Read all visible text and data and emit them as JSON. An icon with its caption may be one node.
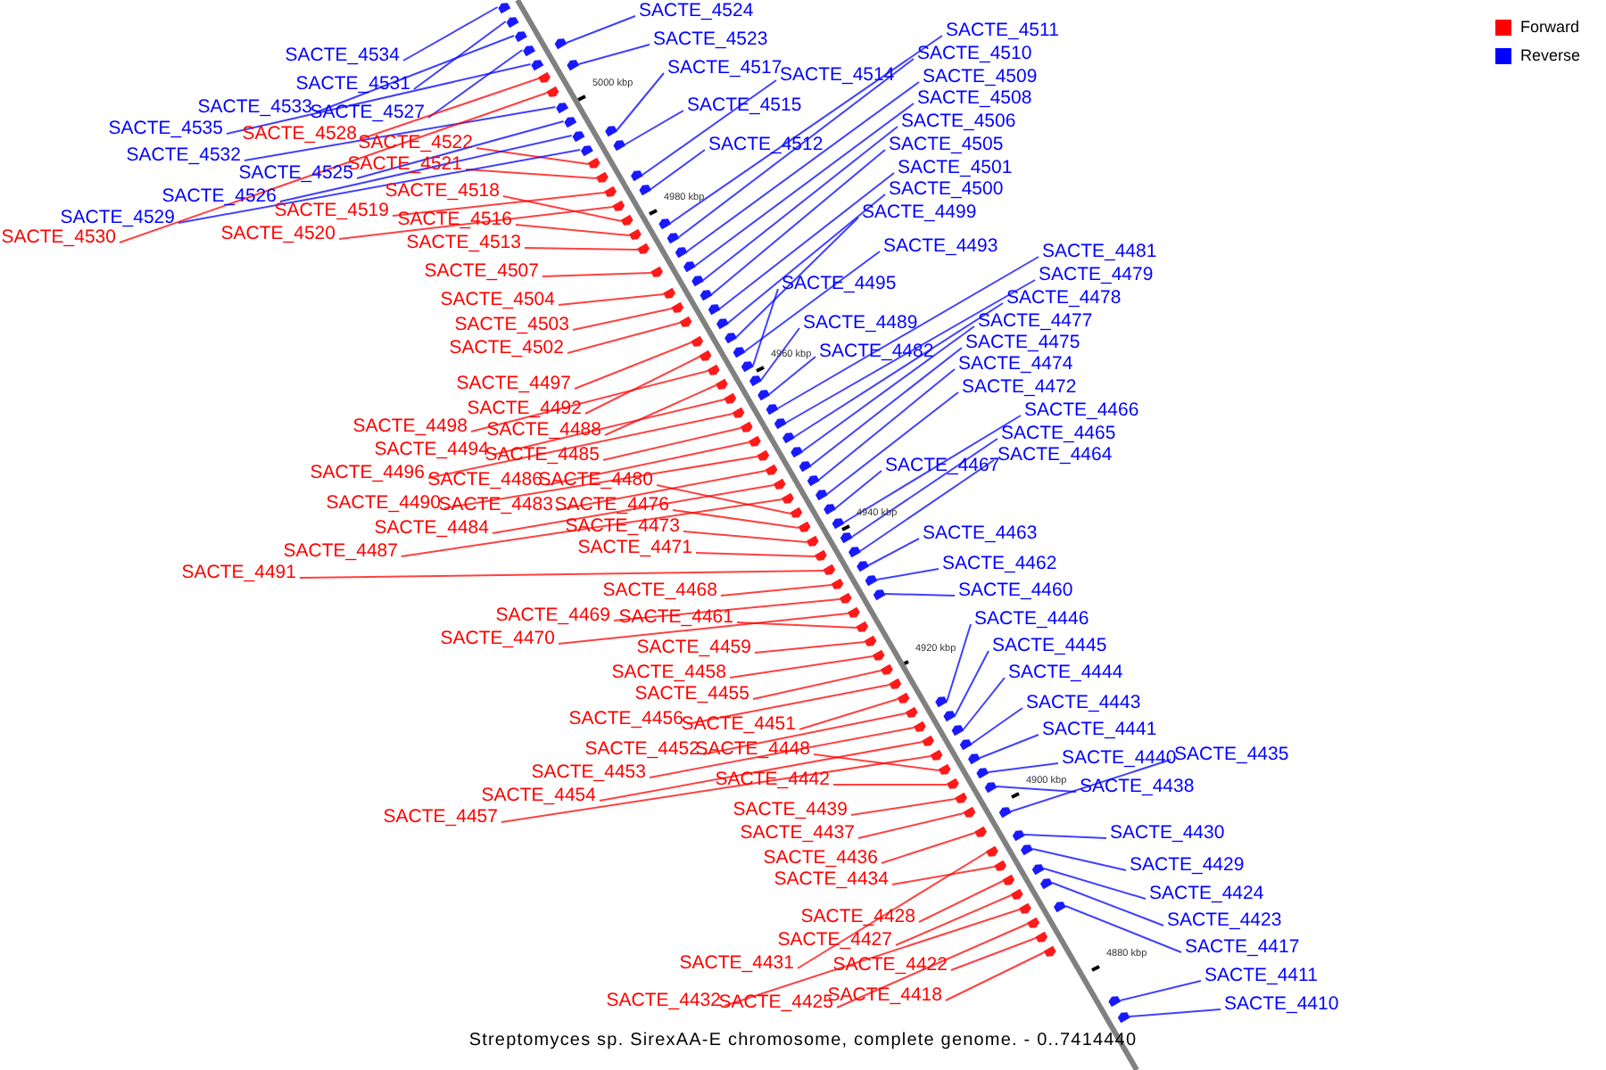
{
  "diagram": {
    "caption": "Streptomyces sp. SirexAA-E chromosome, complete genome. - 0..7414440",
    "nodes": [
      {
        "text": [
          "SACTE_4524"
        ]
      },
      {
        "text": [
          "SACTE_4523"
        ]
      },
      {
        "text": [
          "SACTE_4511"
        ]
      },
      {
        "text": [
          "SACTE_4510"
        ]
      },
      {
        "text": [
          "SACTE_4534"
        ]
      },
      {
        "text": [
          "SACTE_4517"
        ]
      },
      {
        "text": [
          "SACTE_4514"
        ]
      },
      {
        "text": [
          "SACTE_4509"
        ]
      },
      {
        "text": [
          "SACTE_4531"
        ]
      },
      {
        "text": [
          "SACTE_4508"
        ]
      },
      {
        "text": [
          "SACTE_4515"
        ]
      },
      {
        "text": [
          "SACTE_4533"
        ]
      },
      {
        "text": [
          "SACTE_4527"
        ]
      },
      {
        "text": [
          "SACTE_4506"
        ]
      },
      {
        "text": [
          "SACTE_4535"
        ]
      },
      {
        "text": [
          "SACTE_4528"
        ]
      },
      {
        "text": [
          "SACTE_4522"
        ]
      },
      {
        "text": [
          "SACTE_4512"
        ]
      },
      {
        "text": [
          "SACTE_4505"
        ]
      },
      {
        "text": [
          "SACTE_4532"
        ]
      },
      {
        "text": [
          "SACTE_4521"
        ]
      },
      {
        "text": [
          "SACTE_4501"
        ]
      },
      {
        "text": [
          "SACTE_4525"
        ]
      },
      {
        "text": [
          "SACTE_4500"
        ]
      },
      {
        "text": [
          "SACTE_4518"
        ]
      },
      {
        "text": [
          "SACTE_4526"
        ]
      },
      {
        "text": [
          "SACTE_4499"
        ]
      },
      {
        "text": [
          "SACTE_4519"
        ]
      },
      {
        "text": [
          "SACTE_4529"
        ]
      },
      {
        "text": [
          "SACTE_4516"
        ]
      },
      {
        "text": [
          "SACTE_4520"
        ]
      },
      {
        "text": [
          "SACTE_4530"
        ]
      },
      {
        "text": [
          "SACTE_4513"
        ]
      },
      {
        "text": [
          "SACTE_4493"
        ]
      },
      {
        "text": [
          "SACTE_4481"
        ]
      },
      {
        "text": [
          "SACTE_4507"
        ]
      },
      {
        "text": [
          "SACTE_4479"
        ]
      },
      {
        "text": [
          "SACTE_4495"
        ]
      },
      {
        "text": [
          "SACTE_4478"
        ]
      },
      {
        "text": [
          "SACTE_4504"
        ]
      },
      {
        "text": [
          "SACTE_4477"
        ]
      },
      {
        "text": [
          "SACTE_4489"
        ]
      },
      {
        "text": [
          "SACTE_4503"
        ]
      },
      {
        "text": [
          "SACTE_4475"
        ]
      },
      {
        "text": [
          "SACTE_4502"
        ]
      },
      {
        "text": [
          "SACTE_4482"
        ]
      },
      {
        "text": [
          "SACTE_4474"
        ]
      },
      {
        "text": [
          "SACTE_4497"
        ]
      },
      {
        "text": [
          "SACTE_4472"
        ]
      },
      {
        "text": [
          "SACTE_4492"
        ]
      },
      {
        "text": [
          "SACTE_4466"
        ]
      },
      {
        "text": [
          "SACTE_4498"
        ]
      },
      {
        "text": [
          "SACTE_4488"
        ]
      },
      {
        "text": [
          "SACTE_4465"
        ]
      },
      {
        "text": [
          "SACTE_4494"
        ]
      },
      {
        "text": [
          "SACTE_4485"
        ]
      },
      {
        "text": [
          "SACTE_4464"
        ]
      },
      {
        "text": [
          "SACTE_4467"
        ]
      },
      {
        "text": [
          "SACTE_4496"
        ]
      },
      {
        "text": [
          "SACTE_4486"
        ]
      },
      {
        "text": [
          "SACTE_4480"
        ]
      },
      {
        "text": [
          "SACTE_4490"
        ]
      },
      {
        "text": [
          "SACTE_4483"
        ]
      },
      {
        "text": [
          "SACTE_4476"
        ]
      },
      {
        "text": [
          "SACTE_4484"
        ]
      },
      {
        "text": [
          "SACTE_4473"
        ]
      },
      {
        "text": [
          "SACTE_4463"
        ]
      },
      {
        "text": [
          "SACTE_4471"
        ]
      },
      {
        "text": [
          "SACTE_4487"
        ]
      },
      {
        "text": [
          "SACTE_4462"
        ]
      },
      {
        "text": [
          "SACTE_4491"
        ]
      },
      {
        "text": [
          "SACTE_4460"
        ]
      },
      {
        "text": [
          "SACTE_4468"
        ]
      },
      {
        "text": [
          "SACTE_4469"
        ]
      },
      {
        "text": [
          "SACTE_4461"
        ]
      },
      {
        "text": [
          "SACTE_4446"
        ]
      },
      {
        "text": [
          "SACTE_4470"
        ]
      },
      {
        "text": [
          "SACTE_4445"
        ]
      },
      {
        "text": [
          "SACTE_4459"
        ]
      },
      {
        "text": [
          "SACTE_4444"
        ]
      },
      {
        "text": [
          "SACTE_4458"
        ]
      },
      {
        "text": [
          "SACTE_4455"
        ]
      },
      {
        "text": [
          "SACTE_4443"
        ]
      },
      {
        "text": [
          "SACTE_4456"
        ]
      },
      {
        "text": [
          "SACTE_4451"
        ]
      },
      {
        "text": [
          "SACTE_4441"
        ]
      },
      {
        "text": [
          "SACTE_4452"
        ]
      },
      {
        "text": [
          "SACTE_4448"
        ]
      },
      {
        "text": [
          "SACTE_4435"
        ]
      },
      {
        "text": [
          "SACTE_4440"
        ]
      },
      {
        "text": [
          "SACTE_4453"
        ]
      },
      {
        "text": [
          "SACTE_4442"
        ]
      },
      {
        "text": [
          "SACTE_4438"
        ]
      },
      {
        "text": [
          "SACTE_4454"
        ]
      },
      {
        "text": [
          "SACTE_4439"
        ]
      },
      {
        "text": [
          "SACTE_4457"
        ]
      },
      {
        "text": [
          "SACTE_4437"
        ]
      },
      {
        "text": [
          "SACTE_4430"
        ]
      },
      {
        "text": [
          "SACTE_4436"
        ]
      },
      {
        "text": [
          "SACTE_4429"
        ]
      },
      {
        "text": [
          "SACTE_4434"
        ]
      },
      {
        "text": [
          "SACTE_4424"
        ]
      },
      {
        "text": [
          "SACTE_4428"
        ]
      },
      {
        "text": [
          "SACTE_4423"
        ]
      },
      {
        "text": [
          "SACTE_4427"
        ]
      },
      {
        "text": [
          "SACTE_4417"
        ]
      },
      {
        "text": [
          "SACTE_4431"
        ]
      },
      {
        "text": [
          "SACTE_4422"
        ]
      },
      {
        "text": [
          "SACTE_4411"
        ]
      },
      {
        "text": [
          "SACTE_4418"
        ]
      },
      {
        "text": [
          "SACTE_4432"
        ]
      },
      {
        "text": [
          "SACTE_4425"
        ]
      },
      {
        "text": [
          "SACTE_4410"
        ]
      },
      {
        "text": [],
        "shape": "arrow"
      },
      {
        "text": [],
        "shape": "arrow"
      },
      {
        "text": [],
        "shape": "arrow"
      },
      {
        "text": [],
        "shape": "arrow"
      },
      {
        "text": [],
        "shape": "arrow"
      },
      {
        "text": [],
        "shape": "arrow"
      },
      {
        "text": [],
        "shape": "arrow"
      },
      {
        "text": [],
        "shape": "arrow"
      },
      {
        "text": [],
        "shape": "arrow"
      },
      {
        "text": [],
        "shape": "arrow"
      },
      {
        "text": [],
        "shape": "arrow"
      },
      {
        "text": [],
        "shape": "arrow"
      },
      {
        "text": [],
        "shape": "arrow"
      },
      {
        "text": [],
        "shape": "arrow"
      },
      {
        "text": [],
        "shape": "arrow"
      },
      {
        "text": [],
        "shape": "arrow"
      },
      {
        "text": [],
        "shape": "arrow"
      },
      {
        "text": [],
        "shape": "arrow"
      },
      {
        "text": [],
        "shape": "arrow"
      },
      {
        "text": [],
        "shape": "arrow"
      },
      {
        "text": [],
        "shape": "arrow"
      },
      {
        "text": [],
        "shape": "arrow"
      },
      {
        "text": [],
        "shape": "arrow"
      },
      {
        "text": [],
        "shape": "arrow"
      },
      {
        "text": [],
        "shape": "arrow"
      },
      {
        "text": [],
        "shape": "arrow"
      },
      {
        "text": [],
        "shape": "arrow"
      },
      {
        "text": [],
        "shape": "arrow"
      },
      {
        "text": [],
        "shape": "arrow"
      },
      {
        "text": [],
        "shape": "arrow"
      },
      {
        "text": [],
        "shape": "arrow"
      },
      {
        "text": [],
        "shape": "arrow"
      },
      {
        "text": [],
        "shape": "arrow"
      },
      {
        "text": [],
        "shape": "arrow"
      },
      {
        "text": [],
        "shape": "arrow"
      },
      {
        "text": [],
        "shape": "arrow"
      },
      {
        "text": [],
        "shape": "arrow"
      },
      {
        "text": [],
        "shape": "arrow"
      },
      {
        "text": [],
        "shape": "arrow"
      },
      {
        "text": [],
        "shape": "arrow"
      },
      {
        "text": [],
        "shape": "arrow"
      },
      {
        "text": [],
        "shape": "arrow"
      },
      {
        "text": [],
        "shape": "arrow"
      },
      {
        "text": [],
        "shape": "arrow"
      },
      {
        "text": [],
        "shape": "arrow"
      },
      {
        "text": [],
        "shape": "arrow"
      },
      {
        "text": [],
        "shape": "arrow"
      },
      {
        "text": [],
        "shape": "arrow"
      },
      {
        "text": [],
        "shape": "arrow"
      },
      {
        "text": [],
        "shape": "arrow"
      },
      {
        "text": [],
        "shape": "arrow"
      },
      {
        "text": [],
        "shape": "arrow"
      },
      {
        "text": [],
        "shape": "arrow"
      },
      {
        "text": [],
        "shape": "arrow"
      },
      {
        "text": [],
        "shape": "arrow"
      },
      {
        "text": [],
        "shape": "arrow"
      },
      {
        "text": [],
        "shape": "arrow"
      },
      {
        "text": [],
        "shape": "arrow"
      },
      {
        "text": [],
        "shape": "arrow"
      },
      {
        "text": [],
        "shape": "arrow"
      },
      {
        "text": [],
        "shape": "arrow"
      },
      {
        "text": [],
        "shape": "arrow"
      },
      {
        "text": [],
        "shape": "arrow"
      },
      {
        "text": [],
        "shape": "arrow"
      },
      {
        "text": [],
        "shape": "arrow"
      },
      {
        "text": [],
        "shape": "arrow"
      },
      {
        "text": [],
        "shape": "arrow"
      },
      {
        "text": [],
        "shape": "arrow"
      },
      {
        "text": [],
        "shape": "arrow"
      },
      {
        "text": [],
        "shape": "arrow"
      },
      {
        "text": [],
        "shape": "arrow"
      },
      {
        "text": [],
        "shape": "arrow"
      },
      {
        "text": [],
        "shape": "arrow"
      },
      {
        "text": [],
        "shape": "arrow"
      },
      {
        "text": [],
        "shape": "arrow"
      },
      {
        "text": [],
        "shape": "arrow"
      },
      {
        "text": [],
        "shape": "arrow"
      },
      {
        "text": [],
        "shape": "arrow"
      },
      {
        "text": [],
        "shape": "arrow"
      },
      {
        "text": [],
        "shape": "arrow"
      },
      {
        "text": [],
        "shape": "arrow"
      },
      {
        "text": [],
        "shape": "arrow"
      },
      {
        "text": [],
        "shape": "arrow"
      },
      {
        "text": [],
        "shape": "arrow"
      },
      {
        "text": [],
        "shape": "arrow"
      },
      {
        "text": [],
        "shape": "arrow"
      },
      {
        "text": [],
        "shape": "arrow"
      },
      {
        "text": [],
        "shape": "arrow"
      },
      {
        "text": [],
        "shape": "arrow"
      },
      {
        "text": [],
        "shape": "arrow"
      },
      {
        "text": [],
        "shape": "arrow"
      },
      {
        "text": [],
        "shape": "arrow"
      },
      {
        "text": [],
        "shape": "arrow"
      },
      {
        "text": [],
        "shape": "arrow"
      },
      {
        "text": [],
        "shape": "arrow"
      },
      {
        "text": [],
        "shape": "arrow"
      },
      {
        "text": [],
        "shape": "arrow"
      },
      {
        "text": [],
        "shape": "arrow"
      },
      {
        "text": [],
        "shape": "arrow"
      },
      {
        "text": [],
        "shape": "arrow"
      },
      {
        "text": [],
        "shape": "arrow"
      },
      {
        "text": [],
        "shape": "arrow"
      },
      {
        "text": [],
        "shape": "arrow"
      },
      {
        "text": [],
        "shape": "arrow"
      },
      {
        "text": [],
        "shape": "arrow"
      },
      {
        "text": [],
        "shape": "arrow"
      },
      {
        "text": [],
        "shape": "arrow"
      },
      {
        "text": [],
        "shape": "arrow"
      },
      {
        "text": [],
        "shape": "arrow"
      },
      {
        "text": [],
        "shape": "arrow"
      },
      {
        "text": [],
        "shape": "arrow"
      },
      {
        "text": [],
        "shape": "arrow"
      },
      {
        "text": [],
        "shape": "arrow"
      }
    ],
    "edges": [
      {
        "from": 0,
        "to": 113,
        "arrow": "none"
      },
      {
        "from": 1,
        "to": 114,
        "arrow": "none"
      },
      {
        "from": 2,
        "to": 115,
        "arrow": "none"
      },
      {
        "from": 3,
        "to": 116,
        "arrow": "none"
      },
      {
        "from": 4,
        "to": 117,
        "arrow": "none"
      },
      {
        "from": 5,
        "to": 118,
        "arrow": "none"
      },
      {
        "from": 6,
        "to": 119,
        "arrow": "none"
      },
      {
        "from": 7,
        "to": 120,
        "arrow": "none"
      },
      {
        "from": 8,
        "to": 121,
        "arrow": "none"
      },
      {
        "from": 9,
        "to": 122,
        "arrow": "none"
      },
      {
        "from": 10,
        "to": 123,
        "arrow": "none"
      },
      {
        "from": 11,
        "to": 124,
        "arrow": "none"
      },
      {
        "from": 12,
        "to": 125,
        "arrow": "none"
      },
      {
        "from": 13,
        "to": 126,
        "arrow": "none"
      },
      {
        "from": 14,
        "to": 127,
        "arrow": "none"
      },
      {
        "from": 15,
        "to": 128,
        "arrow": "none",
        "color": "#ff0000"
      },
      {
        "from": 16,
        "to": 129,
        "arrow": "none",
        "color": "#ff0000"
      },
      {
        "from": 17,
        "to": 130,
        "arrow": "none"
      },
      {
        "from": 18,
        "to": 131,
        "arrow": "none"
      },
      {
        "from": 19,
        "to": 132,
        "arrow": "none"
      },
      {
        "from": 20,
        "to": 133,
        "arrow": "none",
        "color": "#ff0000"
      },
      {
        "from": 21,
        "to": 134,
        "arrow": "none"
      },
      {
        "from": 22,
        "to": 135,
        "arrow": "none"
      },
      {
        "from": 23,
        "to": 136,
        "arrow": "none"
      },
      {
        "from": 24,
        "to": 137,
        "arrow": "none",
        "color": "#ff0000"
      },
      {
        "from": 25,
        "to": 138,
        "arrow": "none"
      },
      {
        "from": 26,
        "to": 139,
        "arrow": "none"
      },
      {
        "from": 27,
        "to": 140,
        "arrow": "none",
        "color": "#ff0000"
      },
      {
        "from": 28,
        "to": 141,
        "arrow": "none"
      },
      {
        "from": 29,
        "to": 142,
        "arrow": "none",
        "color": "#ff0000"
      },
      {
        "from": 30,
        "to": 143,
        "arrow": "none",
        "color": "#ff0000"
      },
      {
        "from": 31,
        "to": 144,
        "arrow": "none",
        "color": "#ff0000"
      },
      {
        "from": 32,
        "to": 145,
        "arrow": "none",
        "color": "#ff0000"
      },
      {
        "from": 33,
        "to": 146,
        "arrow": "none"
      },
      {
        "from": 34,
        "to": 147,
        "arrow": "none"
      },
      {
        "from": 35,
        "to": 148,
        "arrow": "none",
        "color": "#ff0000"
      },
      {
        "from": 36,
        "to": 149,
        "arrow": "none"
      },
      {
        "from": 37,
        "to": 150,
        "arrow": "none"
      },
      {
        "from": 38,
        "to": 151,
        "arrow": "none"
      },
      {
        "from": 39,
        "to": 152,
        "arrow": "none",
        "color": "#ff0000"
      },
      {
        "from": 40,
        "to": 153,
        "arrow": "none"
      },
      {
        "from": 41,
        "to": 154,
        "arrow": "none"
      },
      {
        "from": 42,
        "to": 155,
        "arrow": "none",
        "color": "#ff0000"
      },
      {
        "from": 43,
        "to": 156,
        "arrow": "none"
      },
      {
        "from": 44,
        "to": 157,
        "arrow": "none",
        "color": "#ff0000"
      },
      {
        "from": 45,
        "to": 158,
        "arrow": "none"
      },
      {
        "from": 46,
        "to": 159,
        "arrow": "none"
      },
      {
        "from": 47,
        "to": 160,
        "arrow": "none",
        "color": "#ff0000"
      },
      {
        "from": 48,
        "to": 161,
        "arrow": "none"
      },
      {
        "from": 49,
        "to": 162,
        "arrow": "none",
        "color": "#ff0000"
      },
      {
        "from": 50,
        "to": 163,
        "arrow": "none"
      },
      {
        "from": 51,
        "to": 164,
        "arrow": "none",
        "color": "#ff0000"
      },
      {
        "from": 52,
        "to": 165,
        "arrow": "none",
        "color": "#ff0000"
      },
      {
        "from": 53,
        "to": 166,
        "arrow": "none"
      },
      {
        "from": 54,
        "to": 167,
        "arrow": "none",
        "color": "#ff0000"
      },
      {
        "from": 55,
        "to": 168,
        "arrow": "none",
        "color": "#ff0000"
      },
      {
        "from": 56,
        "to": 169,
        "arrow": "none"
      },
      {
        "from": 57,
        "to": 170,
        "arrow": "none"
      },
      {
        "from": 58,
        "to": 171,
        "arrow": "none",
        "color": "#ff0000"
      },
      {
        "from": 59,
        "to": 172,
        "arrow": "none",
        "color": "#ff0000"
      },
      {
        "from": 60,
        "to": 173,
        "arrow": "none",
        "color": "#ff0000"
      },
      {
        "from": 61,
        "to": 174,
        "arrow": "none",
        "color": "#ff0000"
      },
      {
        "from": 62,
        "to": 175,
        "arrow": "none",
        "color": "#ff0000"
      },
      {
        "from": 63,
        "to": 176,
        "arrow": "none",
        "color": "#ff0000"
      },
      {
        "from": 64,
        "to": 177,
        "arrow": "none",
        "color": "#ff0000"
      },
      {
        "from": 65,
        "to": 178,
        "arrow": "none",
        "color": "#ff0000"
      },
      {
        "from": 66,
        "to": 179,
        "arrow": "none"
      },
      {
        "from": 67,
        "to": 180,
        "arrow": "none",
        "color": "#ff0000"
      },
      {
        "from": 68,
        "to": 181,
        "arrow": "none",
        "color": "#ff0000"
      },
      {
        "from": 69,
        "to": 182,
        "arrow": "none"
      },
      {
        "from": 70,
        "to": 183,
        "arrow": "none",
        "color": "#ff0000"
      },
      {
        "from": 71,
        "to": 184,
        "arrow": "none"
      },
      {
        "from": 72,
        "to": 185,
        "arrow": "none",
        "color": "#ff0000"
      },
      {
        "from": 73,
        "to": 186,
        "arrow": "none",
        "color": "#ff0000"
      },
      {
        "from": 74,
        "to": 187,
        "arrow": "none",
        "color": "#ff0000"
      },
      {
        "from": 75,
        "to": 188,
        "arrow": "none"
      },
      {
        "from": 76,
        "to": 189,
        "arrow": "none",
        "color": "#ff0000"
      },
      {
        "from": 77,
        "to": 190,
        "arrow": "none"
      },
      {
        "from": 78,
        "to": 191,
        "arrow": "none",
        "color": "#ff0000"
      },
      {
        "from": 79,
        "to": 192,
        "arrow": "none"
      },
      {
        "from": 80,
        "to": 193,
        "arrow": "none",
        "color": "#ff0000"
      },
      {
        "from": 81,
        "to": 194,
        "arrow": "none",
        "color": "#ff0000"
      },
      {
        "from": 82,
        "to": 195,
        "arrow": "none"
      },
      {
        "from": 83,
        "to": 196,
        "arrow": "none",
        "color": "#ff0000"
      },
      {
        "from": 84,
        "to": 197,
        "arrow": "none",
        "color": "#ff0000"
      },
      {
        "from": 85,
        "to": 198,
        "arrow": "none"
      },
      {
        "from": 86,
        "to": 199,
        "arrow": "none",
        "color": "#ff0000"
      },
      {
        "from": 87,
        "to": 200,
        "arrow": "none",
        "color": "#ff0000"
      },
      {
        "from": 88,
        "to": 201,
        "arrow": "none"
      },
      {
        "from": 89,
        "to": 202,
        "arrow": "none"
      },
      {
        "from": 90,
        "to": 203,
        "arrow": "none",
        "color": "#ff0000"
      },
      {
        "from": 91,
        "to": 204,
        "arrow": "none",
        "color": "#ff0000"
      },
      {
        "from": 92,
        "to": 205,
        "arrow": "none"
      },
      {
        "from": 93,
        "to": 206,
        "arrow": "none",
        "color": "#ff0000"
      },
      {
        "from": 94,
        "to": 207,
        "arrow": "none",
        "color": "#ff0000"
      },
      {
        "from": 95,
        "to": 208,
        "arrow": "none",
        "color": "#ff0000"
      },
      {
        "from": 96,
        "to": 209,
        "arrow": "none",
        "color": "#ff0000"
      },
      {
        "from": 97,
        "to": 210,
        "arrow": "none"
      },
      {
        "from": 98,
        "to": 211,
        "arrow": "none",
        "color": "#ff0000"
      },
      {
        "from": 99,
        "to": 212,
        "arrow": "none"
      },
      {
        "from": 100,
        "to": 213,
        "arrow": "none",
        "color": "#ff0000"
      },
      {
        "from": 101,
        "to": 214,
        "arrow": "none"
      },
      {
        "from": 102,
        "to": 215,
        "arrow": "none",
        "color": "#ff0000"
      },
      {
        "from": 103,
        "to": 216,
        "arrow": "none"
      },
      {
        "from": 104,
        "to": 217,
        "arrow": "none",
        "color": "#ff0000"
      },
      {
        "from": 105,
        "to": 218,
        "arrow": "none"
      },
      {
        "from": 106,
        "to": 219,
        "arrow": "none",
        "color": "#ff0000"
      },
      {
        "from": 107,
        "to": 220,
        "arrow": "none",
        "color": "#ff0000"
      },
      {
        "from": 108,
        "to": 221,
        "arrow": "none"
      },
      {
        "from": 109,
        "to": 222,
        "arrow": "none",
        "color": "#ff0000"
      },
      {
        "from": 110,
        "to": 223,
        "arrow": "none",
        "color": "#ff0000"
      },
      {
        "from": 111,
        "to": 224,
        "arrow": "none",
        "color": "#ff0000"
      },
      {
        "from": 112,
        "to": 225,
        "arrow": "none"
      }
    ],
    "labels": [
      "5000 kbp",
      "4980 kbp",
      "4960 kbp",
      "4940 kbp",
      "4920 kbp",
      "4900 kbp",
      "4880 kbp"
    ],
    "legend": [
      {
        "text": "Forward",
        "color": "#ff0000"
      },
      {
        "text": "Reverse",
        "color": "#0000ff"
      }
    ]
  }
}
